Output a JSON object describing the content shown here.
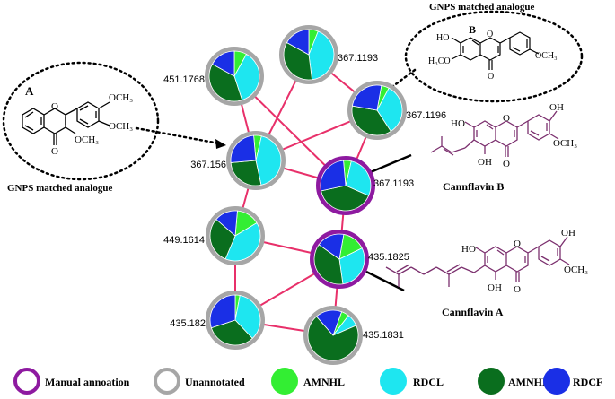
{
  "colors": {
    "edge": "#e8306a",
    "manual_ring": "#8e1aa0",
    "unannotated_ring": "#a6a6a6",
    "AMNHL": "#33ee33",
    "RDCL": "#1ee6f0",
    "AMNHF": "#0a6e1e",
    "RDCF": "#1a2fe6",
    "structure_purple": "#7b2f6e",
    "structure_black": "#000000"
  },
  "nodes": [
    {
      "id": "n1",
      "label": "451.1768",
      "annotation": "unannotated",
      "slices": {
        "AMNHL": 0.08,
        "RDCL": 0.37,
        "AMNHF": 0.38,
        "RDCF": 0.17
      }
    },
    {
      "id": "n2",
      "label": "367.1193",
      "annotation": "unannotated",
      "slices": {
        "AMNHL": 0.06,
        "RDCL": 0.42,
        "AMNHF": 0.35,
        "RDCF": 0.17
      }
    },
    {
      "id": "n3",
      "label": "367.1196",
      "annotation": "unannotated",
      "slices": {
        "AMNHL": 0.05,
        "RDCL": 0.33,
        "AMNHF": 0.37,
        "RDCF": 0.25
      }
    },
    {
      "id": "n4",
      "label": "367.156",
      "annotation": "unannotated",
      "slices": {
        "AMNHL": 0.05,
        "RDCL": 0.43,
        "AMNHF": 0.27,
        "RDCF": 0.25
      }
    },
    {
      "id": "n5",
      "label": "367.1193",
      "annotation": "manual",
      "slices": {
        "AMNHL": 0.05,
        "RDCL": 0.28,
        "AMNHF": 0.4,
        "RDCF": 0.27
      }
    },
    {
      "id": "n6",
      "label": "449.1614",
      "annotation": "unannotated",
      "slices": {
        "AMNHL": 0.15,
        "RDCL": 0.4,
        "AMNHF": 0.3,
        "RDCF": 0.15
      }
    },
    {
      "id": "n7",
      "label": "435.1825",
      "annotation": "manual",
      "slices": {
        "AMNHL": 0.15,
        "RDCL": 0.3,
        "AMNHF": 0.37,
        "RDCF": 0.18
      }
    },
    {
      "id": "n8",
      "label": "435.182",
      "annotation": "unannotated",
      "slices": {
        "AMNHL": 0.03,
        "RDCL": 0.35,
        "AMNHF": 0.32,
        "RDCF": 0.3
      }
    },
    {
      "id": "n9",
      "label": "435.1831",
      "annotation": "unannotated",
      "slices": {
        "AMNHL": 0.05,
        "RDCL": 0.08,
        "AMNHF": 0.7,
        "RDCF": 0.17
      }
    }
  ],
  "edges": [
    [
      "n1",
      "n4"
    ],
    [
      "n1",
      "n5"
    ],
    [
      "n2",
      "n4"
    ],
    [
      "n2",
      "n3"
    ],
    [
      "n3",
      "n4"
    ],
    [
      "n3",
      "n5"
    ],
    [
      "n4",
      "n5"
    ],
    [
      "n4",
      "n6"
    ],
    [
      "n5",
      "n7"
    ],
    [
      "n6",
      "n7"
    ],
    [
      "n6",
      "n8"
    ],
    [
      "n7",
      "n8"
    ],
    [
      "n7",
      "n9"
    ],
    [
      "n8",
      "n9"
    ]
  ],
  "annotations": {
    "top_caption": "GNPS matched analogue",
    "left_caption": "GNPS matched analogue",
    "compound_A_letter": "A",
    "compound_B_letter": "B",
    "cannflavin_B": "Cannflavin B",
    "cannflavin_A": "Cannflavin A",
    "atoms": {
      "OCH3": "OCH₃",
      "OCH3_wrap": "OCH₃",
      "H3CO": "H₃CO",
      "HO": "HO",
      "OH": "OH",
      "O": "O"
    }
  },
  "legend": [
    {
      "label": "Manual annoation",
      "type": "ring",
      "color_key": "manual_ring"
    },
    {
      "label": "Unannotated",
      "type": "ring",
      "color_key": "unannotated_ring"
    },
    {
      "label": "AMNHL",
      "type": "fill",
      "color_key": "AMNHL"
    },
    {
      "label": "RDCL",
      "type": "fill",
      "color_key": "RDCL"
    },
    {
      "label": "AMNHF",
      "type": "fill",
      "color_key": "AMNHF"
    },
    {
      "label": "RDCF",
      "type": "fill",
      "color_key": "RDCF"
    }
  ]
}
